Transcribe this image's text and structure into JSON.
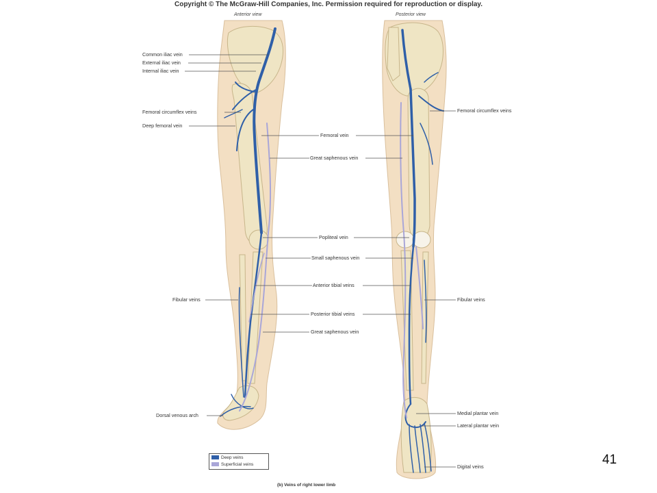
{
  "copyright": "Copyright © The McGraw-Hill Companies, Inc. Permission required for reproduction or display.",
  "views": {
    "anterior": "Anterior view",
    "posterior": "Posterior view"
  },
  "labels": {
    "common_iliac": "Common iliac vein",
    "external_iliac": "External iliac vein",
    "internal_iliac": "Internal iliac vein",
    "femoral_circumflex_left": "Femoral circumflex veins",
    "deep_femoral": "Deep femoral vein",
    "femoral": "Femoral vein",
    "great_saphenous_1": "Great saphenous vein",
    "popliteal": "Popliteal vein",
    "small_saphenous": "Small saphenous vein",
    "anterior_tibial": "Anterior tibial veins",
    "fibular_left": "Fibular veins",
    "posterior_tibial": "Posterior tibial veins",
    "great_saphenous_2": "Great saphenous vein",
    "dorsal_venous_arch": "Dorsal venous arch",
    "femoral_circumflex_right": "Femoral circumflex veins",
    "fibular_right": "Fibular veins",
    "medial_plantar": "Medial plantar vein",
    "lateral_plantar": "Lateral plantar vein",
    "digital": "Digital veins"
  },
  "legend": {
    "deep": "Deep veins",
    "superficial": "Superficial veins"
  },
  "caption": "(b) Veins of right lower limb",
  "slide_number": "41",
  "colors": {
    "deep_vein": "#2f5fa8",
    "superficial_vein": "#a9a6d8",
    "skin": "#f3dfc3",
    "bone": "#efe5c4"
  }
}
